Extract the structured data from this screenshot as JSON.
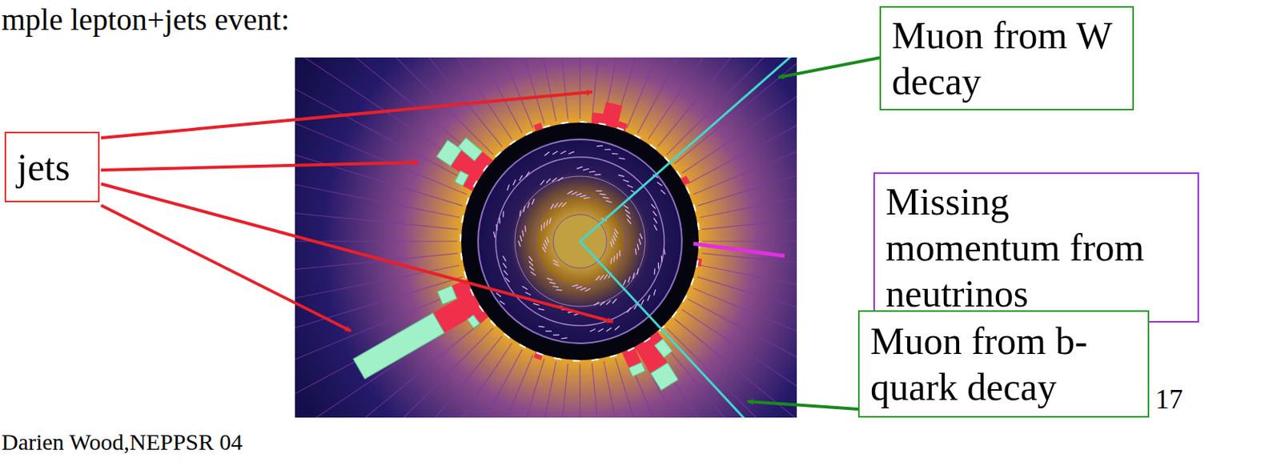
{
  "diagram": {
    "nodes": [
      {
        "text": [
          "Muon from W decay"
        ]
      },
      {
        "text": [
          "jets"
        ]
      },
      {
        "text": [
          "Missing momentum from neutrinos"
        ]
      },
      {
        "text": [
          "Muon from b-quark decay"
        ]
      }
    ],
    "labels": [
      "mple lepton+jets event:",
      "Darien Wood,NEPPSR 04",
      "17"
    ]
  }
}
